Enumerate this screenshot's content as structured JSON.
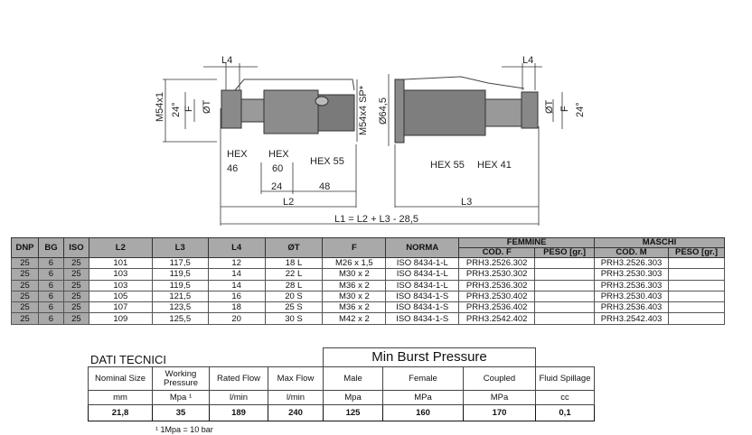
{
  "drawing": {
    "labels": {
      "l4_left": "L4",
      "l4_right": "L4",
      "m54x1": "M54x1",
      "angle_left": "24°",
      "f_left": "F",
      "ot_left": "ØT",
      "m54x4": "M54x4 SP*",
      "d64": "Ø64,5",
      "ot_right": "ØT",
      "f_right": "F",
      "angle_right": "24°",
      "hex46_a": "HEX",
      "hex46_b": "46",
      "hex60_a": "HEX",
      "hex60_b": "60",
      "hex55_left": "HEX 55",
      "hex55_right": "HEX 55",
      "hex41": "HEX 41",
      "dim24": "24",
      "dim48": "48",
      "l2": "L2",
      "l3": "L3",
      "l1": "L1 = L2 + L3 - 28,5"
    }
  },
  "spec_table": {
    "headers": [
      "DNP",
      "BG",
      "ISO",
      "L2",
      "L3",
      "L4",
      "ØT",
      "F",
      "NORMA"
    ],
    "group_femmine": "FEMMINE",
    "group_maschi": "MASCHI",
    "sub": [
      "COD. F",
      "PESO [gr.]",
      "COD. M",
      "PESO [gr.]"
    ],
    "rows": [
      [
        "25",
        "6",
        "25",
        "101",
        "117,5",
        "12",
        "18 L",
        "M26 x 1,5",
        "ISO 8434-1-L",
        "PRH3.2526.302",
        "",
        "PRH3.2526.303",
        ""
      ],
      [
        "25",
        "6",
        "25",
        "103",
        "119,5",
        "14",
        "22 L",
        "M30 x 2",
        "ISO 8434-1-L",
        "PRH3.2530.302",
        "",
        "PRH3.2530.303",
        ""
      ],
      [
        "25",
        "6",
        "25",
        "103",
        "119,5",
        "14",
        "28 L",
        "M36 x 2",
        "ISO 8434-1-L",
        "PRH3.2536.302",
        "",
        "PRH3.2536.303",
        ""
      ],
      [
        "25",
        "6",
        "25",
        "105",
        "121,5",
        "16",
        "20 S",
        "M30 x 2",
        "ISO 8434-1-S",
        "PRH3.2530.402",
        "",
        "PRH3.2530.403",
        ""
      ],
      [
        "25",
        "6",
        "25",
        "107",
        "123,5",
        "18",
        "25 S",
        "M36 x 2",
        "ISO 8434-1-S",
        "PRH3.2536.402",
        "",
        "PRH3.2536.403",
        ""
      ],
      [
        "25",
        "6",
        "25",
        "109",
        "125,5",
        "20",
        "30 S",
        "M42 x 2",
        "ISO 8434-1-S",
        "PRH3.2542.402",
        "",
        "PRH3.2542.403",
        ""
      ]
    ]
  },
  "tech": {
    "title": "DATI TECNICI",
    "burst_title": "Min Burst Pressure",
    "headers": [
      "Nominal Size",
      "Working Pressure",
      "Rated Flow",
      "Max  Flow",
      "Male",
      "Female",
      "Coupled",
      "Fluid Spillage"
    ],
    "units": [
      "mm",
      "Mpa ¹",
      "l/min",
      "l/min",
      "Mpa",
      "MPa",
      "MPa",
      "cc"
    ],
    "values": [
      "21,8",
      "35",
      "189",
      "240",
      "125",
      "160",
      "170",
      "0,1"
    ],
    "footnote": "¹ 1Mpa = 10 bar"
  }
}
